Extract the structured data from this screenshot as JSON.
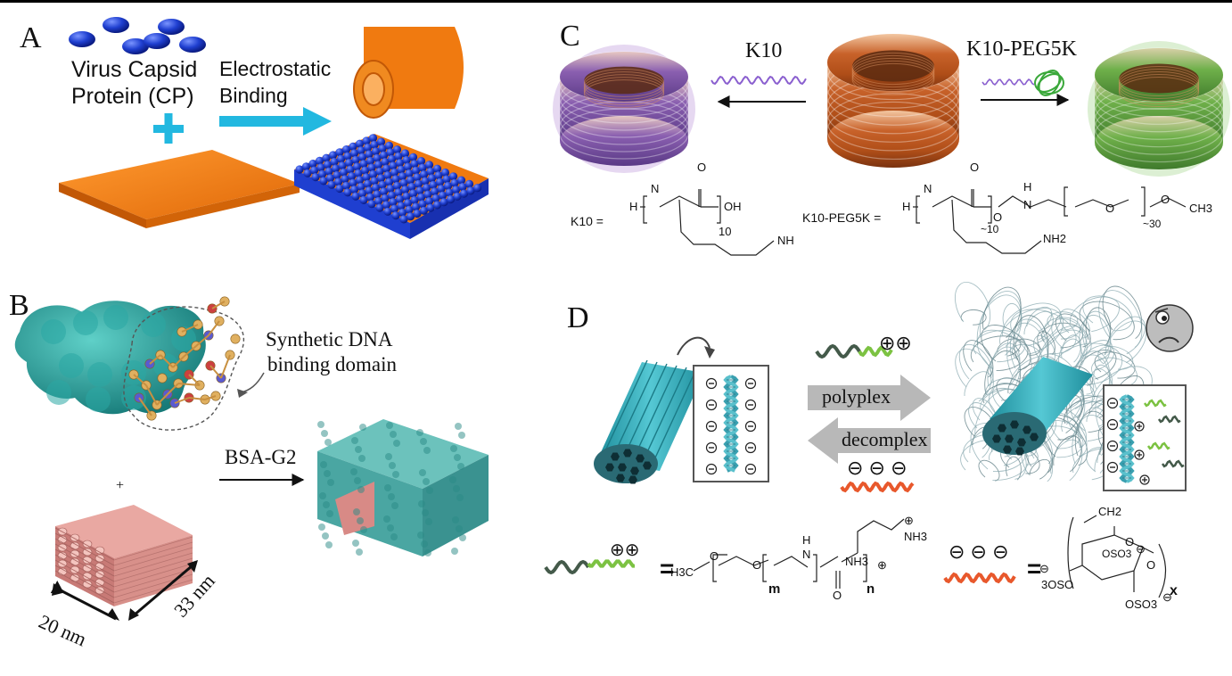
{
  "panels": {
    "a": {
      "letter": "A",
      "cp_label_line1": "Virus Capsid",
      "cp_label_line2": "Protein (CP)",
      "arrow_label_line1": "Electrostatic",
      "arrow_label_line2": "Binding"
    },
    "b": {
      "letter": "B",
      "domain_label_line1": "Synthetic DNA",
      "domain_label_line2": "binding domain",
      "plus": "+",
      "arrow_label": "BSA-G2",
      "dim_width": "20 nm",
      "dim_length": "33 nm"
    },
    "c": {
      "letter": "C",
      "left_arrow_label": "K10",
      "right_arrow_label": "K10-PEG5K",
      "formula_k10_name": "K10 =",
      "formula_k10peg_name": "K10-PEG5K =",
      "chem_text": {
        "h1": "H",
        "nh1": "N",
        "oh": "OH",
        "o_top1": "O",
        "n10": "10",
        "nh_end1": "NH",
        "h2": "H",
        "nh2": "N",
        "o_top2": "O",
        "o_mid": "O",
        "h_n": "H",
        "n_link": "N",
        "o_peg": "O",
        "sub_10": "~10",
        "sub_30": "~30",
        "och3": "CH3",
        "o_ether": "O",
        "nh2_end": "NH2"
      }
    },
    "d": {
      "letter": "D",
      "polyplex_label": "polyplex",
      "decomplex_label": "decomplex",
      "plus_charges": "⊕⊕",
      "minus_charges": "⊖ ⊖ ⊖",
      "equals": "=",
      "formula_left_text": {
        "h3c": "H3C",
        "o1": "O",
        "o2": "O",
        "m": "m",
        "h": "H",
        "n_atom": "N",
        "o_carb": "O",
        "n": "n",
        "nh3_side": "NH3",
        "nh3_top": "NH3",
        "plus1": "⊕",
        "plus2": "⊕"
      },
      "formula_right_text": {
        "ch2": "CH2",
        "o_ring": "O",
        "oso3_top": "OSO3",
        "oso_left": "3OSO",
        "o_bridge": "O",
        "oso3_bottom": "OSO3",
        "x": "x",
        "minus_a": "⊖",
        "minus_b": "⊖",
        "minus_c": "⊖"
      }
    }
  },
  "colors": {
    "capsid_blue": "#1f3fd0",
    "sheet_orange": "#f07a10",
    "cyan_arrow": "#22b8e0",
    "teal_protein": "#2aa8a4",
    "pink_rods": "#d88a86",
    "purple_ring": "#8a5fb0",
    "green_ring": "#5fae4a",
    "copper_ring": "#c8622a",
    "polyplex_teal": "#3bb6c4",
    "gray_arrow": "#b8b8b8",
    "peg_dark": "#445a4a",
    "lysine_green": "#7cc242",
    "sulfate_red": "#e8582c"
  }
}
